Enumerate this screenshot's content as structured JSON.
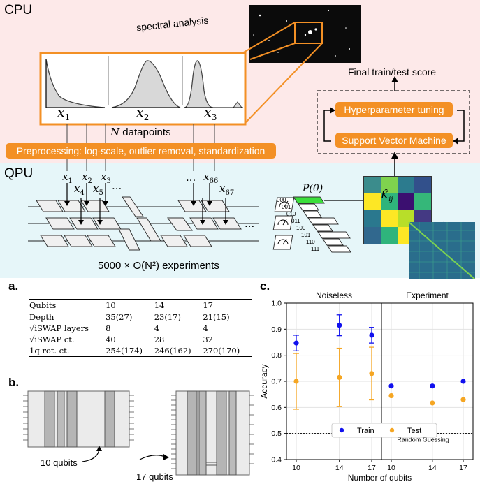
{
  "top": {
    "cpu_label": "CPU",
    "qpu_label": "QPU",
    "spectral_label": "spectral analysis",
    "x_labels": [
      "x",
      "x",
      "x"
    ],
    "x_subs": [
      "1",
      "2",
      "3"
    ],
    "n_label": "N",
    "datapoints": "datapoints",
    "preprocessing": "Preprocessing: log-scale, outlier removal, standardization",
    "final_score": "Final train/test score",
    "hyper": "Hyperparameter tuning",
    "svm": "Support Vector Machine",
    "qpu_x_labels": [
      "x",
      "x",
      "x",
      "x",
      "x",
      "x",
      "x"
    ],
    "qpu_x_subs": [
      "1",
      "2",
      "3",
      "4",
      "5",
      "66",
      "67"
    ],
    "ellipsis": "...",
    "p0": "P(0)",
    "kij": "K̂",
    "kij_sub": "ij",
    "bitstrings": [
      "000",
      "001",
      "010",
      "011",
      "100",
      "101",
      "110",
      "111"
    ],
    "experiments": "5000 × O(N²) experiments"
  },
  "panel_a": {
    "label": "a.",
    "header": [
      "Qubits",
      "10",
      "14",
      "17"
    ],
    "rows": [
      [
        "Depth",
        "35(27)",
        "23(17)",
        "21(15)"
      ],
      [
        "√iSWAP layers",
        "8",
        "4",
        "4"
      ],
      [
        "√iSWAP ct.",
        "40",
        "28",
        "32"
      ],
      [
        "1q rot. ct.",
        "254(174)",
        "246(162)",
        "270(170)"
      ]
    ]
  },
  "panel_b": {
    "label": "b.",
    "ten_label": "10 qubits",
    "seventeen_label": "17 qubits"
  },
  "panel_c": {
    "label": "c."
  },
  "chart_data": {
    "type": "scatter",
    "xlabel": "Number of qubits",
    "ylabel": "Accuracy",
    "ylim": [
      0.4,
      1.0
    ],
    "yticks": [
      "0.4",
      "0.5",
      "0.6",
      "0.7",
      "0.8",
      "0.9",
      "1.0"
    ],
    "xticks": [
      "10",
      "14",
      "17",
      "10",
      "14",
      "17"
    ],
    "subplots": [
      "Noiseless",
      "Experiment"
    ],
    "series": [
      {
        "name": "Train",
        "color": "#1111ee",
        "noiseless": [
          {
            "x": 10,
            "y": 0.847,
            "err": 0.03
          },
          {
            "x": 14,
            "y": 0.915,
            "err": 0.04
          },
          {
            "x": 17,
            "y": 0.877,
            "err": 0.03
          }
        ],
        "experiment": [
          {
            "x": 10,
            "y": 0.682
          },
          {
            "x": 14,
            "y": 0.682
          },
          {
            "x": 17,
            "y": 0.7
          }
        ]
      },
      {
        "name": "Test",
        "color": "#f5a623",
        "noiseless": [
          {
            "x": 10,
            "y": 0.7,
            "err": 0.107
          },
          {
            "x": 14,
            "y": 0.715,
            "err": 0.112
          },
          {
            "x": 17,
            "y": 0.73,
            "err": 0.101
          }
        ],
        "experiment": [
          {
            "x": 10,
            "y": 0.645
          },
          {
            "x": 14,
            "y": 0.617
          },
          {
            "x": 17,
            "y": 0.63
          }
        ]
      }
    ],
    "baseline": {
      "y": 0.5,
      "label": "Random Guessing"
    },
    "legend": "bottom-center",
    "grid": true
  }
}
